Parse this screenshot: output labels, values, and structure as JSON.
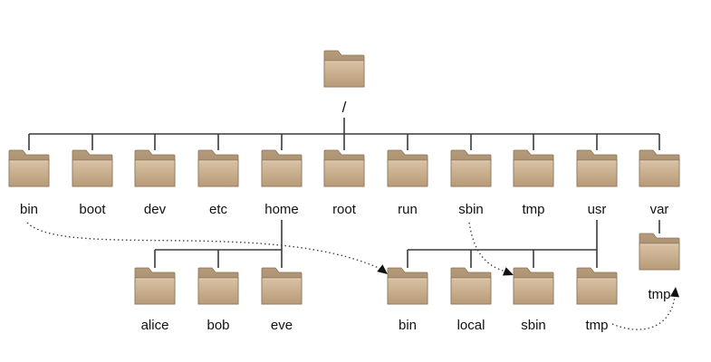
{
  "tree": {
    "root": "/",
    "top_level": [
      "bin",
      "boot",
      "dev",
      "etc",
      "home",
      "root",
      "run",
      "sbin",
      "tmp",
      "usr",
      "var"
    ],
    "home_children": [
      "alice",
      "bob",
      "eve"
    ],
    "usr_children": [
      "bin",
      "local",
      "sbin",
      "tmp"
    ],
    "var_children": [
      "tmp"
    ]
  },
  "links": [
    {
      "from": "bin",
      "to": "usr/bin"
    },
    {
      "from": "sbin",
      "to": "usr/sbin"
    },
    {
      "from": "usr/tmp",
      "to": "var/tmp"
    }
  ],
  "colors": {
    "folder_front": "#c9b091",
    "folder_back": "#a88d6c",
    "folder_outline": "#8a7358",
    "line": "#3a3a3a"
  },
  "icons": {
    "folder": "folder-icon"
  }
}
